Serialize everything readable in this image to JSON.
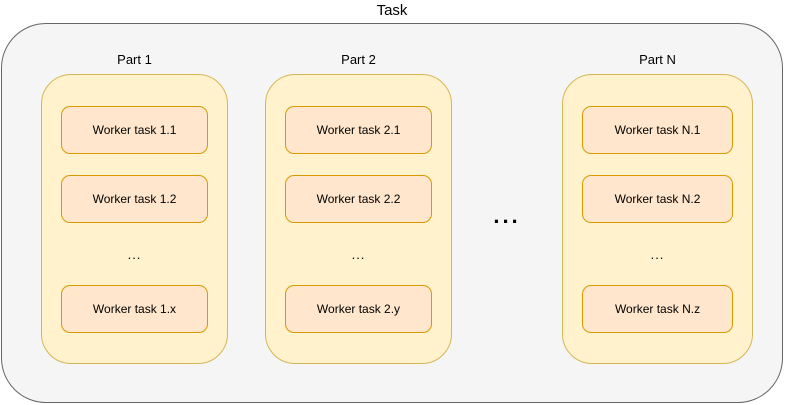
{
  "diagram": {
    "title": "Task",
    "between_parts_ellipsis": "...",
    "parts": [
      {
        "label": "Part 1",
        "tasks": [
          "Worker task 1.1",
          "Worker task 1.2",
          "Worker task 1.x"
        ],
        "ellipsis": "..."
      },
      {
        "label": "Part 2",
        "tasks": [
          "Worker task 2.1",
          "Worker task 2.2",
          "Worker task 2.y"
        ],
        "ellipsis": "..."
      },
      {
        "label": "Part N",
        "tasks": [
          "Worker task N.1",
          "Worker task N.2",
          "Worker task N.z"
        ],
        "ellipsis": "..."
      }
    ],
    "colors": {
      "outer_fill": "#f5f5f5",
      "outer_border": "#666666",
      "part_fill": "#fff2cc",
      "part_border": "#d6b656",
      "task_fill": "#ffe6cc",
      "task_border": "#d79b00"
    }
  }
}
